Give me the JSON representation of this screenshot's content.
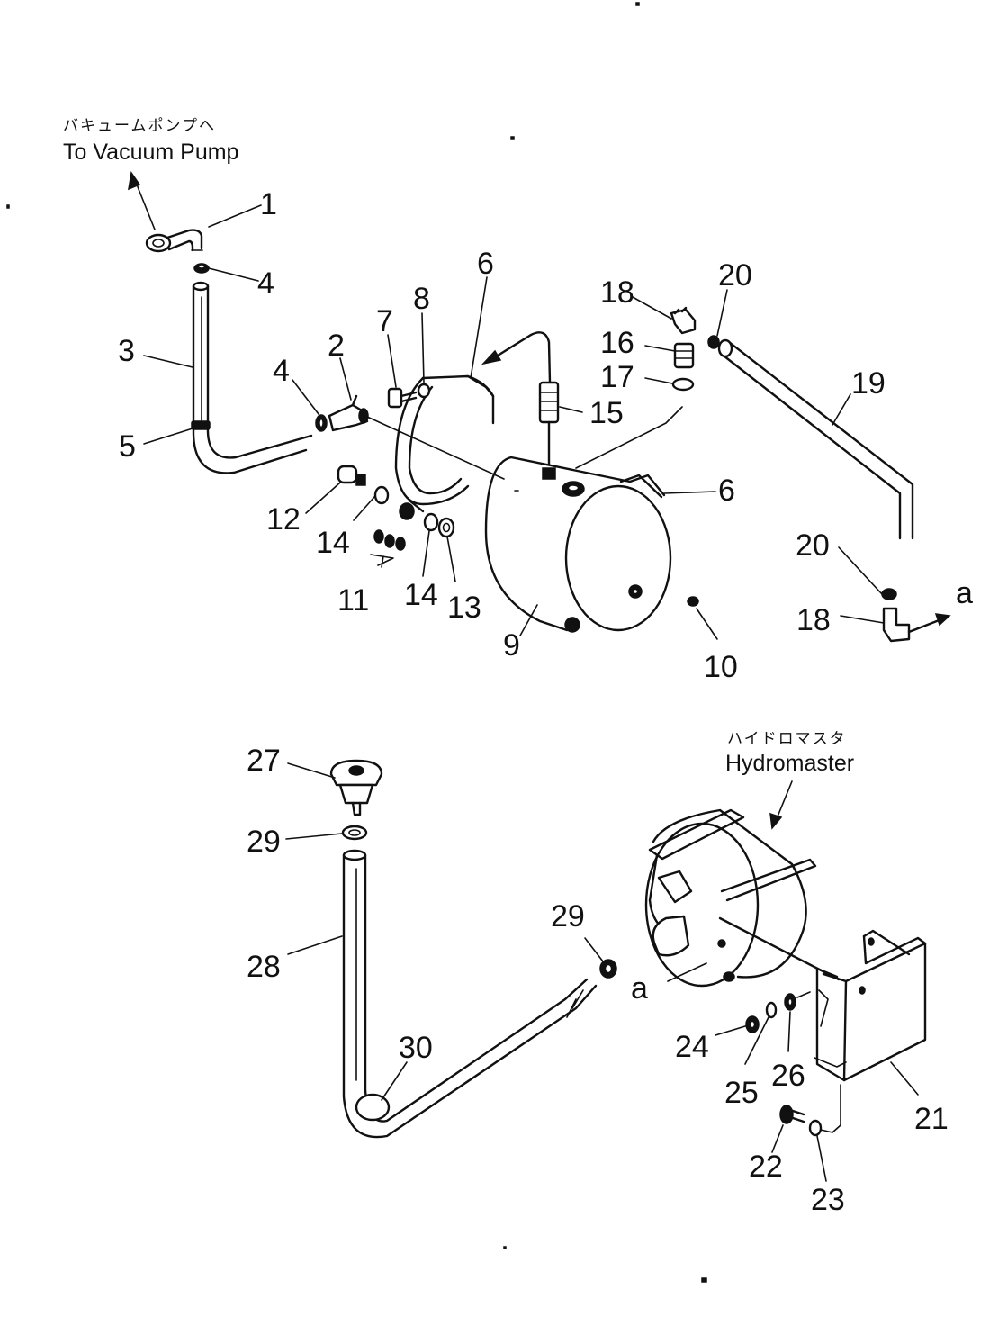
{
  "captions": {
    "vacuum_jp": "バキュームポンプへ",
    "vacuum_en": "To Vacuum Pump",
    "hydromaster_jp": "ハイドロマスタ",
    "hydromaster_en": "Hydromaster"
  },
  "connection_markers": {
    "upper": "a",
    "lower": "a"
  },
  "part_numbers": {
    "p1": "1",
    "p2": "2",
    "p3": "3",
    "p4a": "4",
    "p4b": "4",
    "p5": "5",
    "p6a": "6",
    "p6b": "6",
    "p7": "7",
    "p8": "8",
    "p9": "9",
    "p10": "10",
    "p11": "11",
    "p12": "12",
    "p13": "13",
    "p14a": "14",
    "p14b": "14",
    "p15": "15",
    "p16": "16",
    "p17": "17",
    "p18a": "18",
    "p18b": "18",
    "p19": "19",
    "p20a": "20",
    "p20b": "20",
    "p21": "21",
    "p22": "22",
    "p23": "23",
    "p24": "24",
    "p25": "25",
    "p26": "26",
    "p27": "27",
    "p28": "28",
    "p29a": "29",
    "p29b": "29",
    "p30": "30"
  }
}
